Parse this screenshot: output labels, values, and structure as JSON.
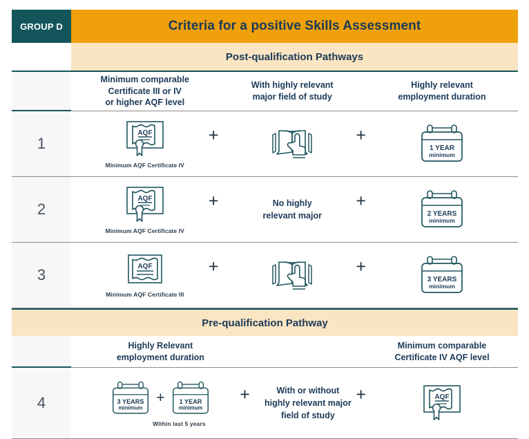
{
  "header": {
    "group_label": "GROUP D",
    "title": "Criteria for a positive Skills Assessment",
    "group_bg": "#14555c",
    "title_bg": "#efa00b"
  },
  "sections": {
    "post": {
      "banner": "Post-qualification Pathways",
      "banner_bg": "#fae5c3",
      "columns": [
        "Minimum comparable\nCertificate III or IV\nor higher AQF level",
        "With highly relevant\nmajor field of study",
        "Highly relevant\nemployment duration"
      ],
      "columns_lines": {
        "c1_l1": "Minimum comparable",
        "c1_l2": "Certificate III or IV",
        "c1_l3": "or higher AQF level",
        "c2_l1": "With highly relevant",
        "c2_l2": "major field of study",
        "c3_l1": "Highly relevant",
        "c3_l2": "employment duration"
      },
      "rows": [
        {
          "number": "1",
          "cert_icon": "aqf-certificate-with-seal-icon",
          "cert_label": "AQF",
          "cert_caption": "Minimum AQF Certificate IV",
          "operator_1": "+",
          "middle_icon": "open-book-with-hand-icon",
          "middle_text": "",
          "operator_2": "+",
          "calendar_title": "1 YEAR",
          "calendar_sub": "minimum"
        },
        {
          "number": "2",
          "cert_icon": "aqf-certificate-with-seal-icon",
          "cert_label": "AQF",
          "cert_caption": "Minimum AQF Certificate IV",
          "operator_1": "+",
          "middle_icon": "",
          "middle_text_l1": "No highly",
          "middle_text_l2": "relevant major",
          "operator_2": "+",
          "calendar_title": "2 YEARS",
          "calendar_sub": "minimum"
        },
        {
          "number": "3",
          "cert_icon": "aqf-certificate-plain-icon",
          "cert_label": "AQF",
          "cert_caption": "Minimum AQF Certificate III",
          "operator_1": "+",
          "middle_icon": "open-book-with-hand-icon",
          "middle_text": "",
          "operator_2": "+",
          "calendar_title": "3 YEARS",
          "calendar_sub": "minimum"
        }
      ]
    },
    "pre": {
      "banner": "Pre-qualification Pathway",
      "banner_bg": "#fae5c3",
      "columns_lines": {
        "left_l1": "Highly Relevant",
        "left_l2": "employment duration",
        "right_l1": "Minimum comparable",
        "right_l2": "Certificate IV AQF level"
      },
      "row": {
        "number": "4",
        "calendar_a_title": "3 YEARS",
        "calendar_a_sub": "minimum",
        "inner_operator": "+",
        "calendar_b_title": "1 YEAR",
        "calendar_b_sub": "minimum",
        "caption": "Within last 5 years",
        "operator_1": "+",
        "middle_text_l1": "With or without",
        "middle_text_l2": "highly relevant major",
        "middle_text_l3": "field of study",
        "operator_2": "+",
        "cert_icon": "aqf-certificate-with-seal-icon",
        "cert_label": "AQF"
      }
    }
  },
  "colors": {
    "teal": "#14555c",
    "gold": "#efa00b",
    "cream": "#fae5c3",
    "ink": "#1b3a57",
    "icon_stroke": "#20555e",
    "numcell_bg": "#f7f7f7"
  }
}
